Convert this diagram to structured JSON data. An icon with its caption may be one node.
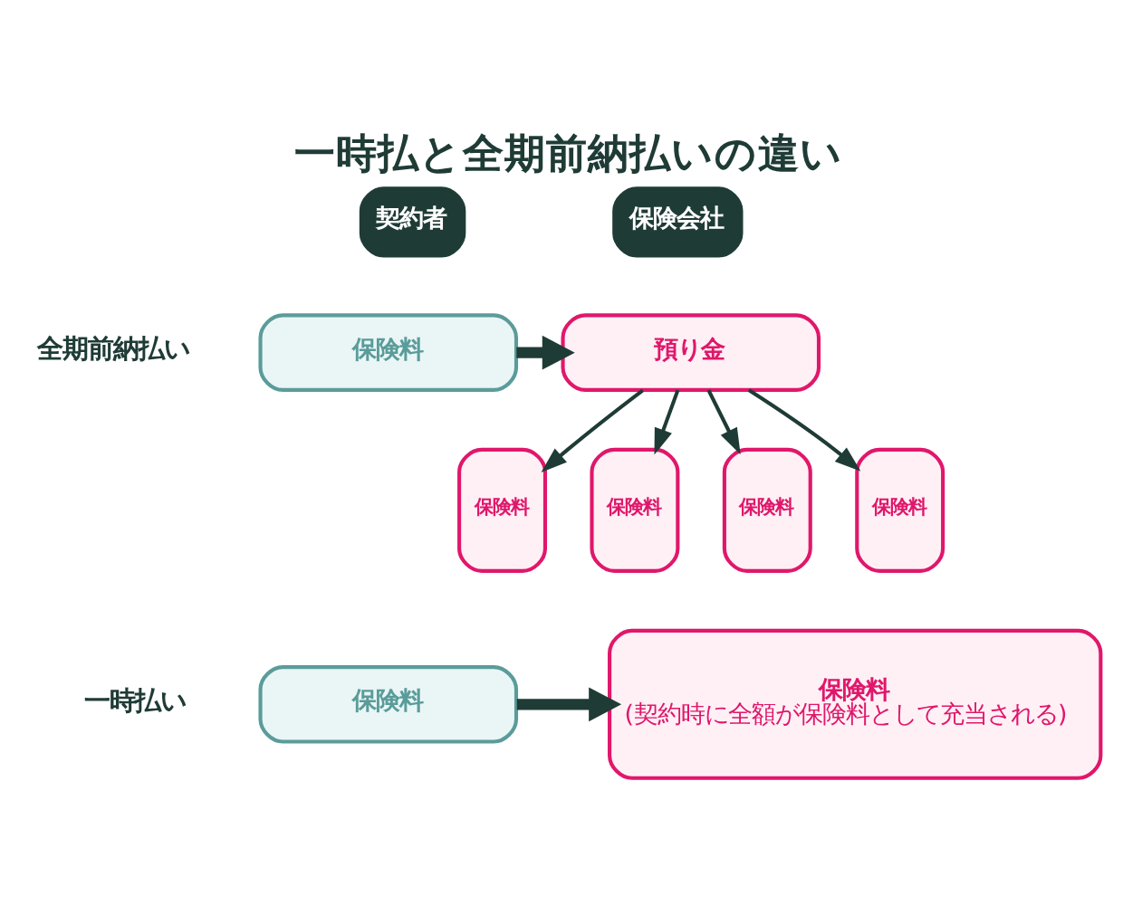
{
  "diagram": {
    "title": "一時払と全期前納払いの違い",
    "nodes": [
      {
        "text": [
          "契約者"
        ]
      },
      {
        "text": [
          "保険会社"
        ]
      },
      {
        "text": [
          "保険料"
        ]
      },
      {
        "text": [
          "預り金"
        ]
      },
      {
        "text": [
          "保険料"
        ]
      },
      {
        "text": [
          "保険料"
        ]
      },
      {
        "text": [
          "保険料"
        ]
      },
      {
        "text": [
          "保険料"
        ]
      },
      {
        "text": [
          "保険料"
        ]
      },
      {
        "text": [
          "保険料",
          "(契約時に全額が保険料として充当される)"
        ]
      }
    ],
    "edges": [
      {
        "from": 2,
        "to": 3,
        "arrow": "to",
        "style": "thick"
      },
      {
        "from": 3,
        "to": 4,
        "arrow": "to"
      },
      {
        "from": 3,
        "to": 5,
        "arrow": "to"
      },
      {
        "from": 3,
        "to": 6,
        "arrow": "to"
      },
      {
        "from": 3,
        "to": 7,
        "arrow": "to"
      },
      {
        "from": 8,
        "to": 9,
        "arrow": "to",
        "style": "thick"
      }
    ],
    "labels": [
      "全期前納払い",
      "一時払い"
    ]
  }
}
